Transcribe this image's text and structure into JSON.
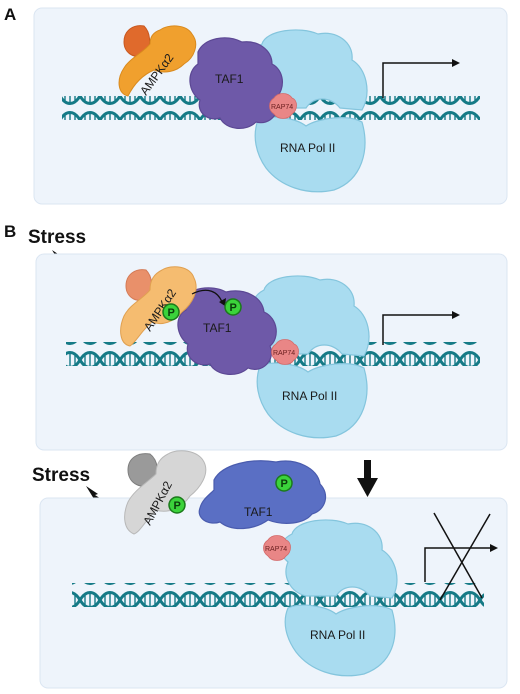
{
  "panels": {
    "a": {
      "letter": "A"
    },
    "b": {
      "letter": "B",
      "stress_top": "Stress",
      "stress_bottom": "Stress"
    }
  },
  "labels": {
    "ampk": "AMPKα2",
    "taf1": "TAF1",
    "rap74": "RAP74",
    "polii": "RNA Pol II",
    "phospho": "P"
  },
  "colors": {
    "panel_bg": "#eef4fb",
    "dna": "#157a86",
    "ampk_orange": "#f0a02e",
    "ampk_dark": "#e06a2c",
    "taf1_purple": "#6e59a8",
    "taf1_blue": "#5a6fc4",
    "polii": "#a9dcf0",
    "rap74": "#e98686",
    "phospho": "#3bd33b",
    "ampk_gray": "#a4a4a4"
  }
}
